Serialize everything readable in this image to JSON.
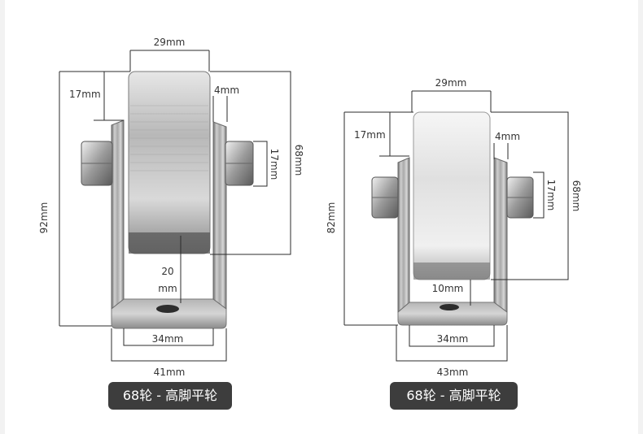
{
  "left_diagram": {
    "caption": "68轮 - 高脚平轮",
    "dims": {
      "wheel_width": "29mm",
      "top_offset": "17mm",
      "bracket_thickness": "4mm",
      "bolt_height": "17mm",
      "wheel_diameter": "68mm",
      "total_height": "92mm",
      "axle_clearance_a": "20",
      "axle_clearance_b": "mm",
      "base_inner": "34mm",
      "base_outer": "41mm"
    }
  },
  "right_diagram": {
    "caption": "68轮 - 高脚平轮",
    "dims": {
      "wheel_width": "29mm",
      "top_offset": "17mm",
      "bracket_thickness": "4mm",
      "bolt_height": "17mm",
      "wheel_diameter": "68mm",
      "total_height": "82mm",
      "axle_clearance": "10mm",
      "base_inner": "34mm",
      "base_outer": "43mm"
    }
  },
  "colors": {
    "background": "#ffffff",
    "frame": "#f2f2f2",
    "caption_bg": "#3d3d3d",
    "caption_text": "#ffffff",
    "dimension_line": "#2b2b2b"
  }
}
